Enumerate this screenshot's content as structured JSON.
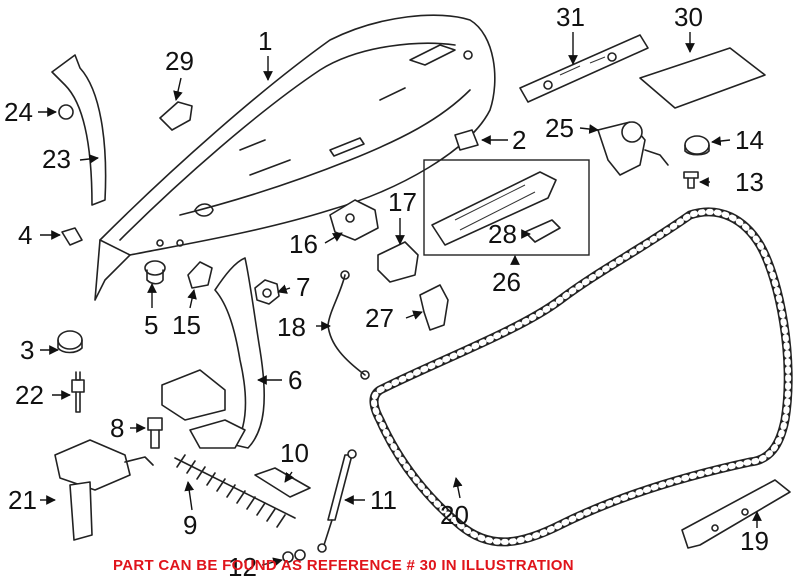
{
  "callouts": {
    "n1": "1",
    "n2": "2",
    "n3": "3",
    "n4": "4",
    "n5": "5",
    "n6": "6",
    "n7": "7",
    "n8": "8",
    "n9": "9",
    "n10": "10",
    "n11": "11",
    "n12": "12",
    "n13": "13",
    "n14": "14",
    "n15": "15",
    "n16": "16",
    "n17": "17",
    "n18": "18",
    "n19": "19",
    "n20": "20",
    "n21": "21",
    "n22": "22",
    "n23": "23",
    "n24": "24",
    "n25": "25",
    "n26": "26",
    "n27": "27",
    "n28": "28",
    "n29": "29",
    "n30": "30",
    "n31": "31"
  },
  "notice": "PART CAN BE FOUND AS REFERENCE # 30 IN ILLUSTRATION",
  "colors": {
    "notice": "#e0141b",
    "ink": "#111111"
  }
}
